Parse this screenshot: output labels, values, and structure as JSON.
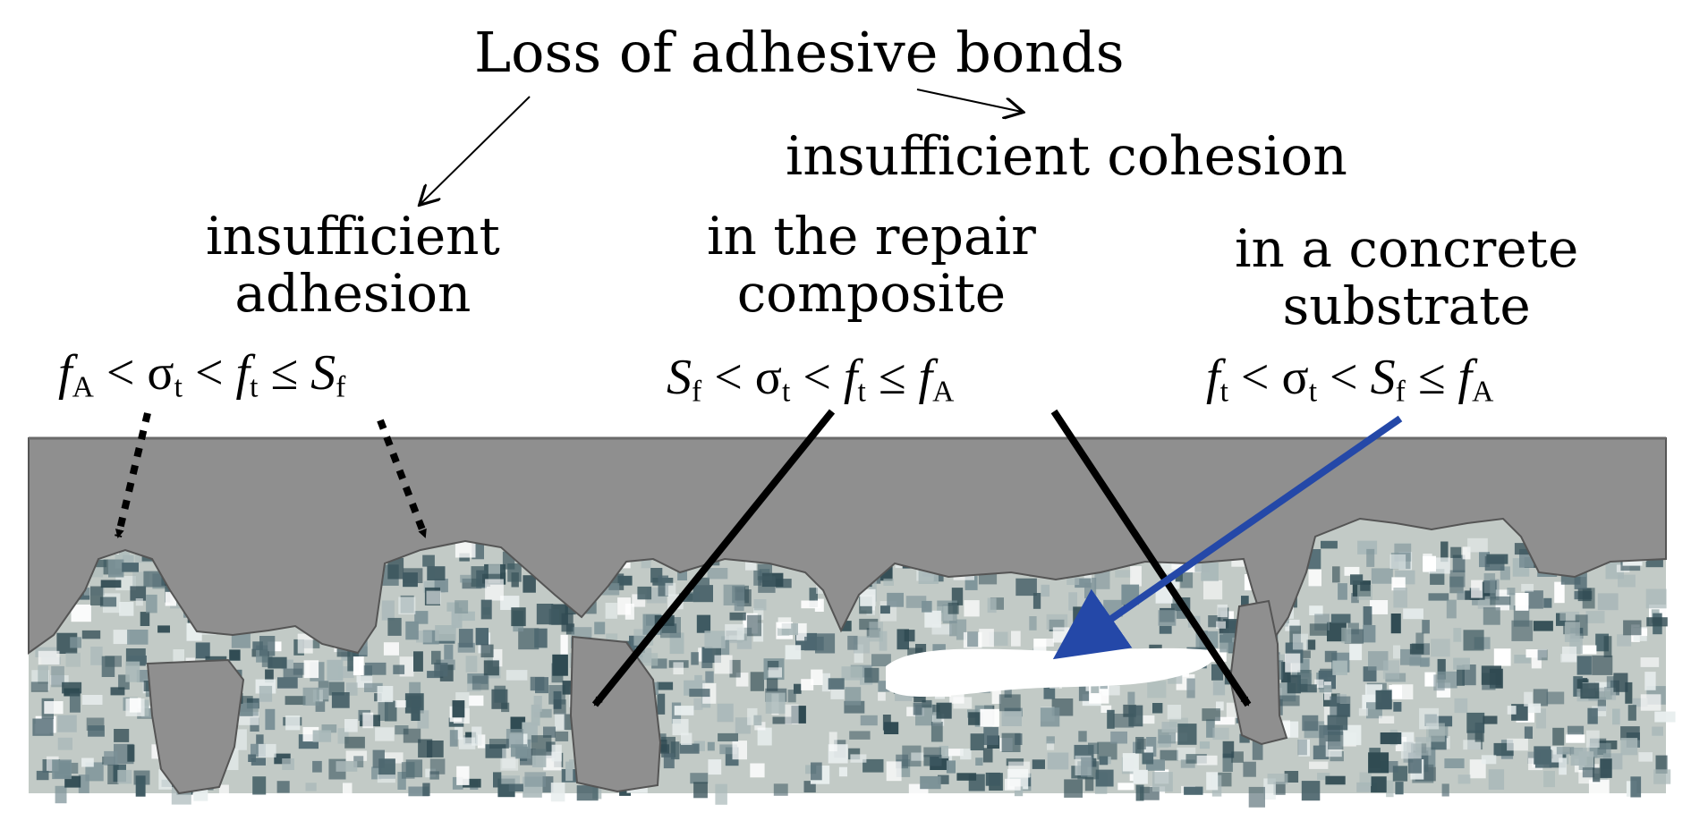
{
  "title": "Loss of adhesive bonds",
  "cohesion_heading": "insufficient  cohesion",
  "labels": {
    "adhesion_line1": "insufficient",
    "adhesion_line2": "adhesion",
    "repair_line1": "in the repair",
    "repair_line2": "composite",
    "substrate_line1": "in a concrete",
    "substrate_line2": "substrate"
  },
  "conditions": {
    "adhesion": {
      "a": "f",
      "a_sub": "A",
      "b": "σ",
      "b_sub": "t",
      "c": "f",
      "c_sub": "t",
      "d": "S",
      "d_sub": "f",
      "op1": "<",
      "op2": "<",
      "op3": "≤"
    },
    "repair": {
      "a": "S",
      "a_sub": "f",
      "b": "σ",
      "b_sub": "t",
      "c": "f",
      "c_sub": "t",
      "d": "f",
      "d_sub": "A",
      "op1": "<",
      "op2": "<",
      "op3": "≤"
    },
    "substrate": {
      "a": "f",
      "a_sub": "t",
      "b": "σ",
      "b_sub": "t",
      "c": "S",
      "c_sub": "f",
      "d": "f",
      "d_sub": "A",
      "op1": "<",
      "op2": "<",
      "op3": "≤"
    }
  },
  "colors": {
    "overlay": "#8f8f8f",
    "substrate": "#c2cac6",
    "aggregate": "#2f4a52",
    "blue_arrow": "#2448a8",
    "black": "#000000"
  }
}
